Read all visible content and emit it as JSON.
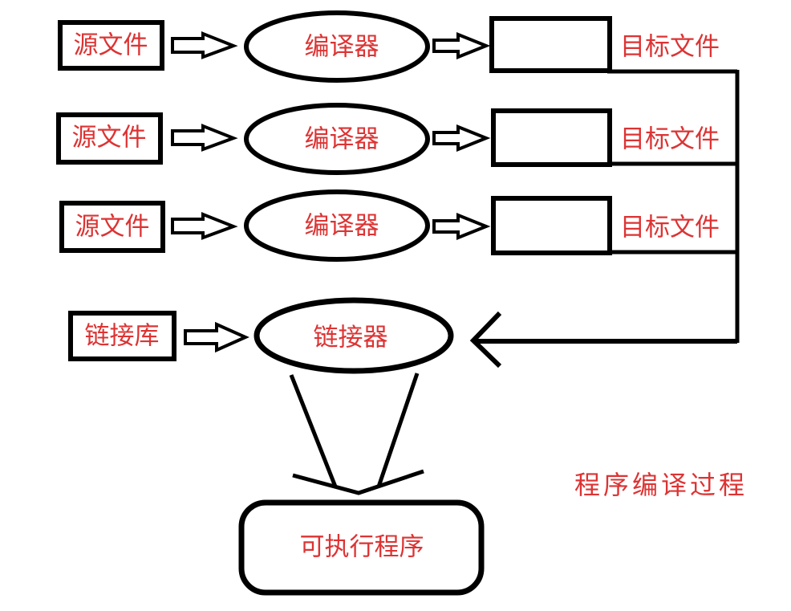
{
  "diagram": {
    "title": "程序编译过程",
    "colors": {
      "text": "#dd3333",
      "stroke": "#000000",
      "background": "#ffffff"
    },
    "icons": {
      "flow_arrow": "hollow block arrow pointing right",
      "merge_arrow": "thin line arrow pointing left",
      "down_arrow": "two converging lines with wide chevron pointing down"
    },
    "rows": [
      {
        "source": "源文件",
        "process": "编译器",
        "output": "目标文件"
      },
      {
        "source": "源文件",
        "process": "编译器",
        "output": "目标文件"
      },
      {
        "source": "源文件",
        "process": "编译器",
        "output": "目标文件"
      }
    ],
    "linker": {
      "library": "链接库",
      "process": "链接器"
    },
    "result": "可执行程序"
  }
}
